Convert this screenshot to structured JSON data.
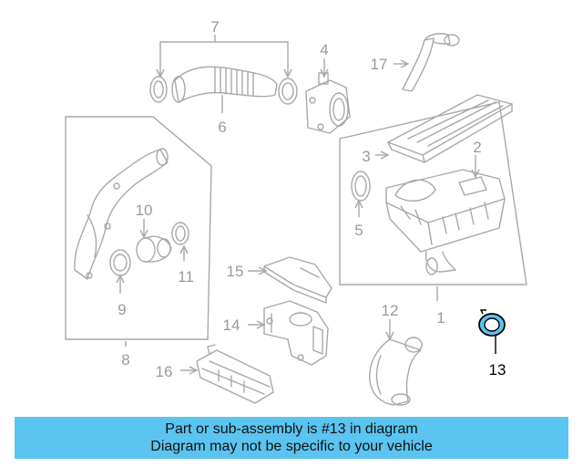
{
  "diagram": {
    "labels": {
      "p1": "1",
      "p2": "2",
      "p3": "3",
      "p4": "4",
      "p5": "5",
      "p6": "6",
      "p7": "7",
      "p8": "8",
      "p9": "9",
      "p10": "10",
      "p11": "11",
      "p12": "12",
      "p13": "13",
      "p14": "14",
      "p15": "15",
      "p16": "16",
      "p17": "17"
    },
    "highlight_part": "13",
    "colors": {
      "highlight_fill": "#5bc4f1",
      "line": "#a8a8a8",
      "label": "#9a9a9a",
      "banner": "#5bc4f1"
    }
  },
  "banner": {
    "line1": "Part or sub-assembly is #13 in diagram",
    "line2": "Diagram may not be specific to your vehicle"
  }
}
